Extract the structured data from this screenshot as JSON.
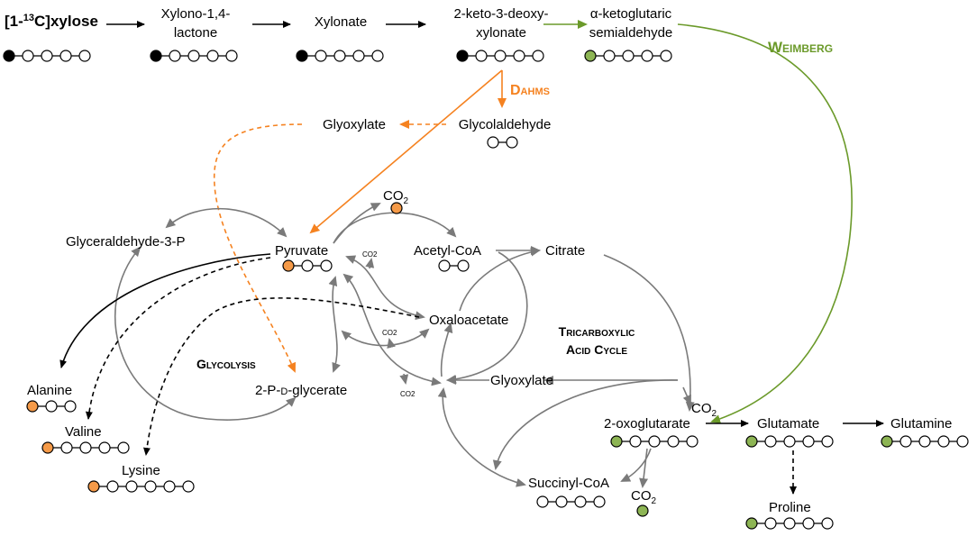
{
  "colors": {
    "label_black": "#000000",
    "label_white": "#ffffff",
    "label_orange": "#f59a48",
    "label_green": "#8db554",
    "weimberg": "#6b9a2a",
    "dahms": "#f58220",
    "pathway_grey": "#7a7a7a"
  },
  "top_row": {
    "xylose": {
      "pre": "[1-",
      "sup": "13",
      "post": "C]xylose"
    },
    "xylonolactone": {
      "line1": "Xylono-1,4-",
      "line2": "lactone"
    },
    "xylonate": "Xylonate",
    "kdx": {
      "line1": "2-keto-3-deoxy-",
      "line2": "xylonate"
    },
    "akgsa": {
      "line1": "α-ketoglutaric",
      "line2": "semialdehyde"
    }
  },
  "pathways": {
    "weimberg": "Weimberg",
    "dahms": "Dahms",
    "glycolysis": "Glycolysis",
    "tca_line1": "Tricarboxylic",
    "tca_line2": "Acid Cycle"
  },
  "metabolites": {
    "glyoxylate_top": "Glyoxylate",
    "glycolaldehyde": "Glycolaldehyde",
    "co2": {
      "main": "CO",
      "sub": "2"
    },
    "glyceraldehyde3p": "Glyceraldehyde-3-P",
    "pyruvate": "Pyruvate",
    "acetylcoa": "Acetyl-CoA",
    "citrate": "Citrate",
    "oxaloacetate": "Oxaloacetate",
    "alanine": "Alanine",
    "valine": "Valine",
    "lysine": "Lysine",
    "pg": {
      "pre": "2-P-",
      "d": "d",
      "post": "-glycerate"
    },
    "glyoxylate_tca": "Glyoxylate",
    "oxoglutarate": "2-oxoglutarate",
    "glutamate": "Glutamate",
    "glutamine": "Glutamine",
    "proline": "Proline",
    "succinylcoa": "Succinyl-CoA"
  },
  "atom_labels": {
    "xylose": [
      "black",
      "white",
      "white",
      "white",
      "white"
    ],
    "xylonolactone": [
      "black",
      "white",
      "white",
      "white",
      "white"
    ],
    "xylonate": [
      "black",
      "white",
      "white",
      "white",
      "white"
    ],
    "kdx": [
      "black",
      "white",
      "white",
      "white",
      "white"
    ],
    "akgsa": [
      "green",
      "white",
      "white",
      "white",
      "white"
    ],
    "glycolaldehyde": [
      "white",
      "white"
    ],
    "co2_pyr": [
      "orange"
    ],
    "pyruvate": [
      "orange",
      "white",
      "white"
    ],
    "acetylcoa": [
      "white",
      "white"
    ],
    "alanine": [
      "orange",
      "white",
      "white"
    ],
    "valine": [
      "orange",
      "white",
      "white",
      "white",
      "white"
    ],
    "lysine": [
      "orange",
      "white",
      "white",
      "white",
      "white",
      "white"
    ],
    "oxoglutarate": [
      "green",
      "white",
      "white",
      "white",
      "white"
    ],
    "glutamate": [
      "green",
      "white",
      "white",
      "white",
      "white"
    ],
    "glutamine": [
      "green",
      "white",
      "white",
      "white",
      "white"
    ],
    "proline": [
      "green",
      "white",
      "white",
      "white",
      "white"
    ],
    "succinylcoa": [
      "white",
      "white",
      "white",
      "white"
    ],
    "co2_akg": [
      "green"
    ]
  }
}
